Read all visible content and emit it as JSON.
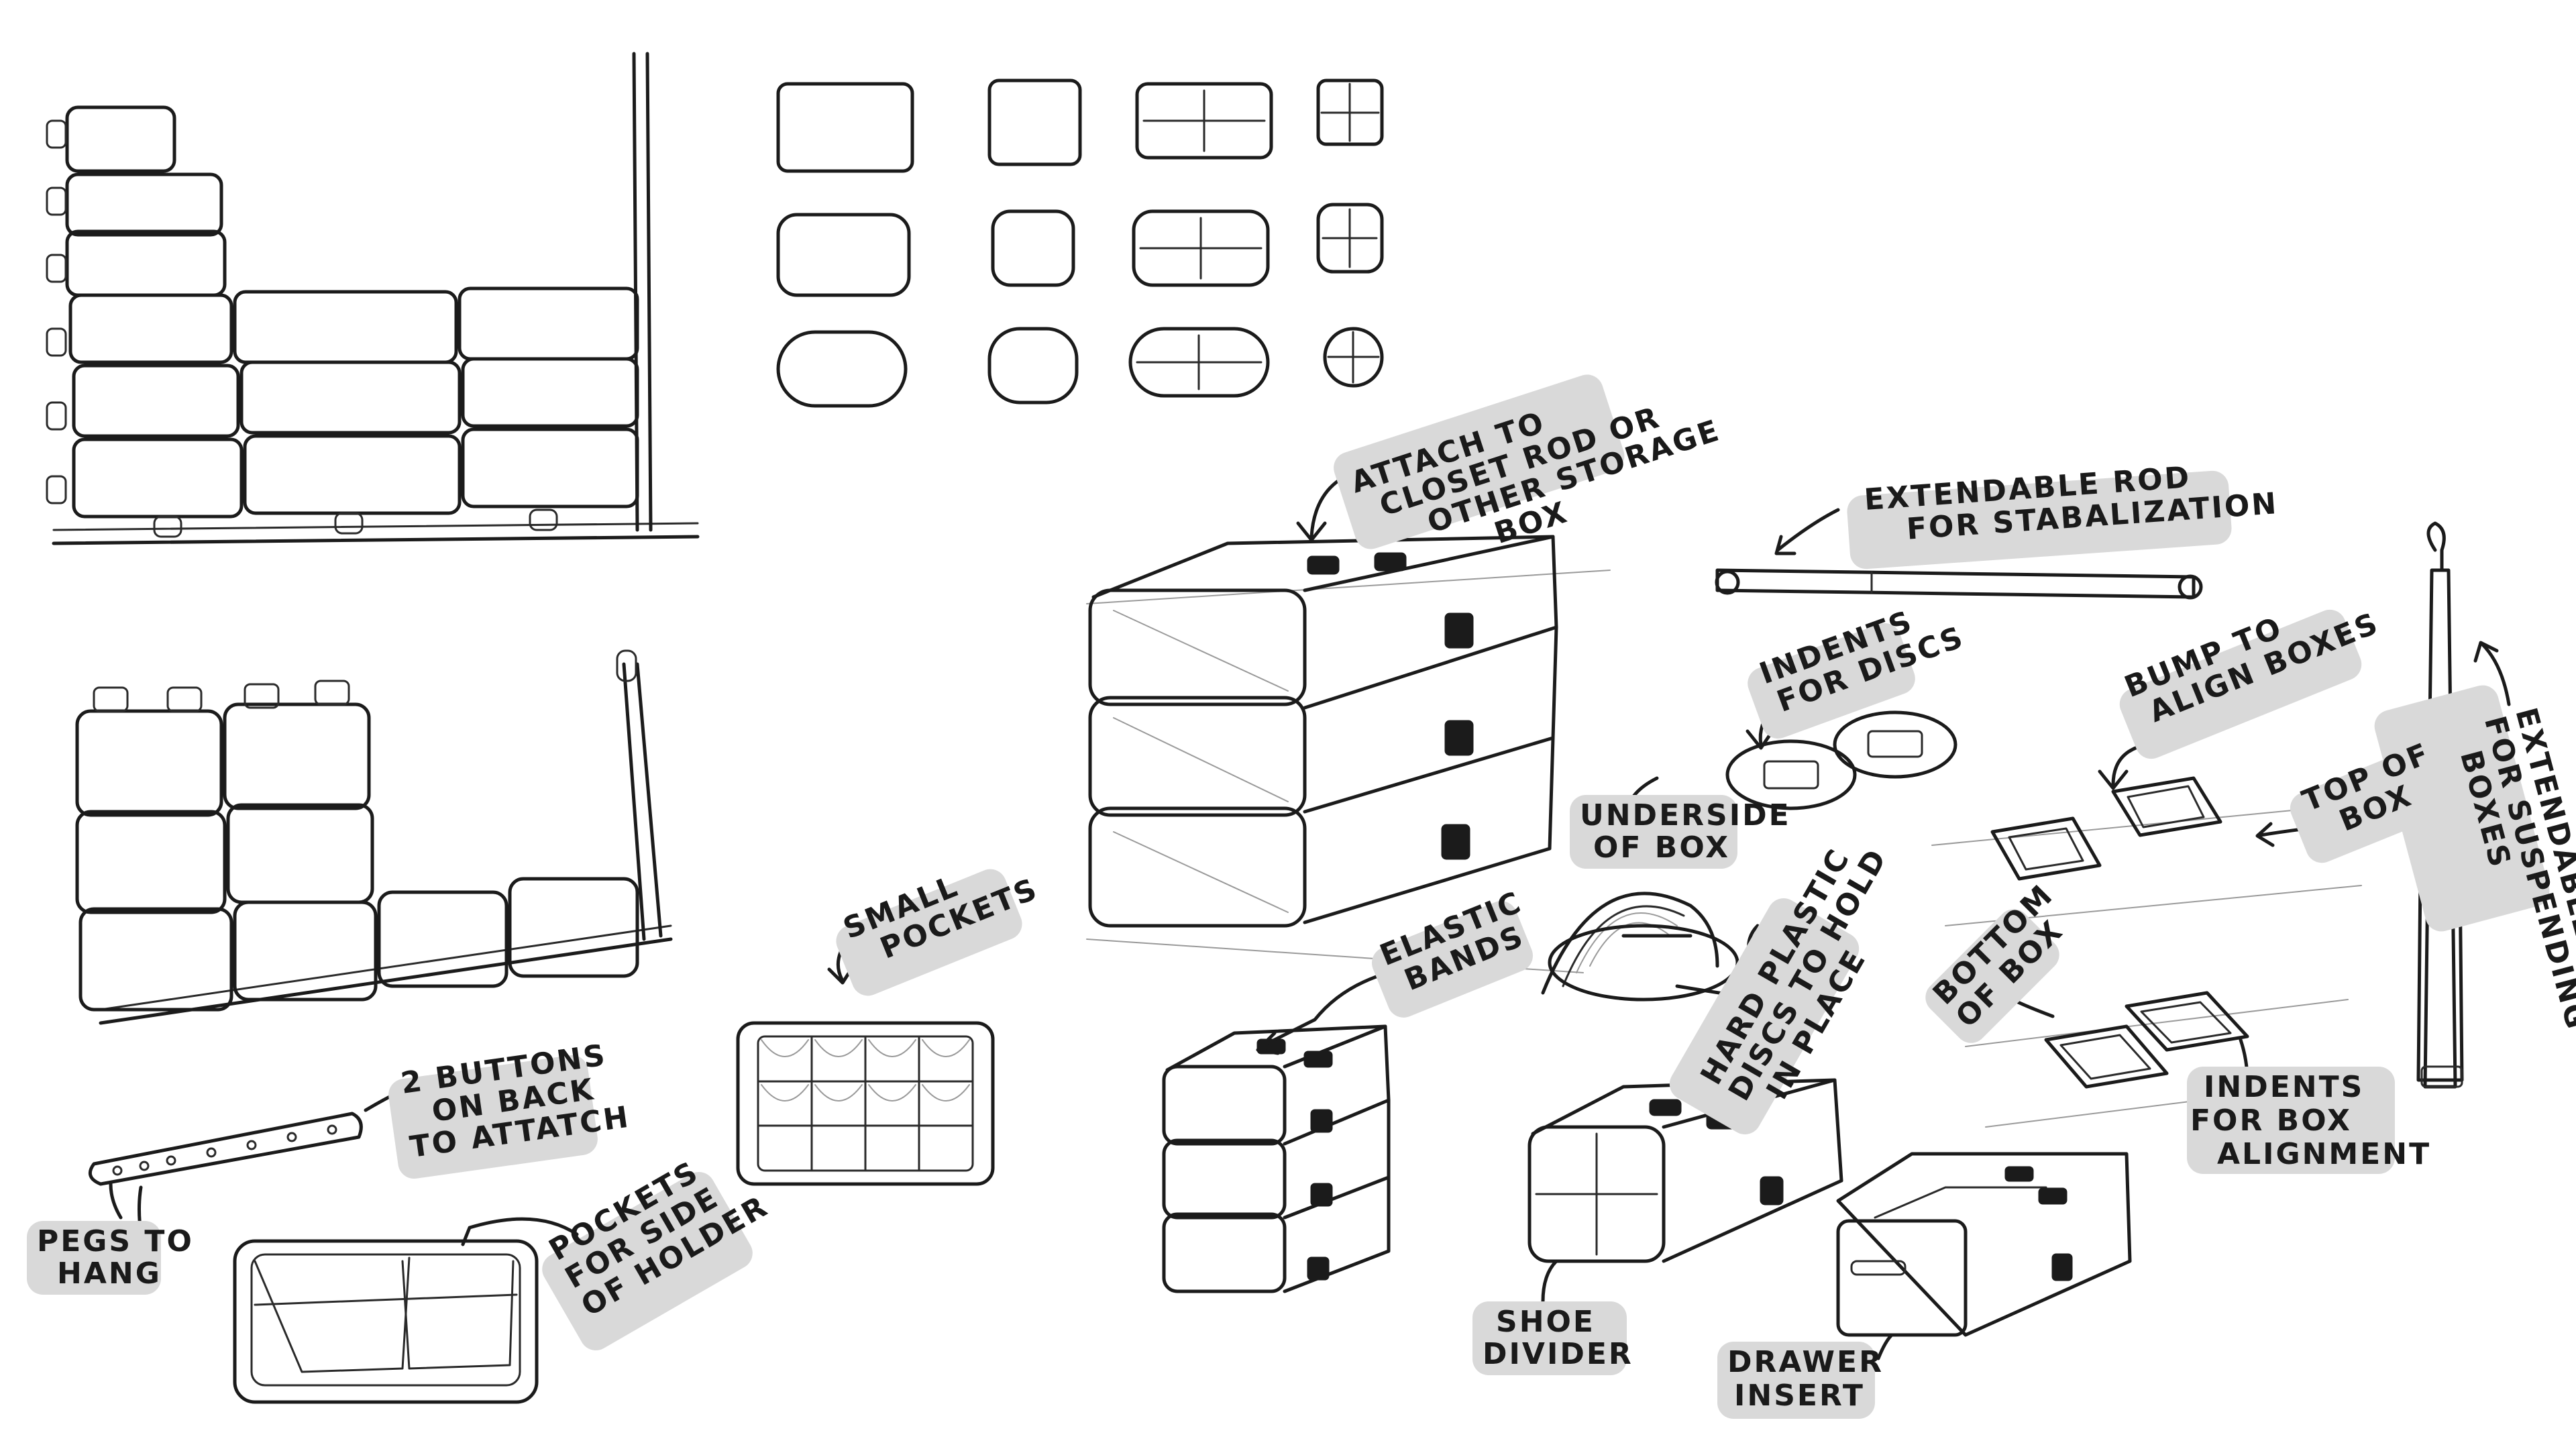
{
  "labels": {
    "attach": [
      "ATTACH TO",
      "CLOSET ROD OR",
      "OTHER STORAGE",
      "BOX"
    ],
    "ext_rod_stab": [
      "EXTENDABLE ROD",
      "FOR STABALIZATION"
    ],
    "indents_discs": [
      "INDENTS",
      "FOR DISCS"
    ],
    "underside": [
      "UNDERSIDE",
      "OF BOX"
    ],
    "bump": [
      "BUMP TO",
      "ALIGN BOXES"
    ],
    "top_box": [
      "TOP OF",
      "BOX"
    ],
    "ext_rod_susp": [
      "EXTENDABLE ROD",
      "FOR SUSPENDING",
      "BOXES"
    ],
    "small_pockets": [
      "SMALL",
      "POCKETS"
    ],
    "elastic": [
      "ELASTIC",
      "BANDS"
    ],
    "hard_plastic": [
      "HARD PLASTIC",
      "DISCS TO HOLD",
      "IN PLACE"
    ],
    "bottom_box": [
      "BOTTOM",
      "OF BOX"
    ],
    "indents_box": [
      "INDENTS",
      "FOR BOX",
      "ALIGNMENT"
    ],
    "buttons": [
      "2 BUTTONS",
      "ON BACK",
      "TO ATTATCH"
    ],
    "pegs": [
      "PEGS TO",
      "HANG"
    ],
    "pockets_side": [
      "POCKETS",
      "FOR SIDE",
      "OF HOLDER"
    ],
    "shoe": [
      "SHOE",
      "DIVIDER"
    ],
    "drawer": [
      "DRAWER",
      "INSERT"
    ]
  }
}
